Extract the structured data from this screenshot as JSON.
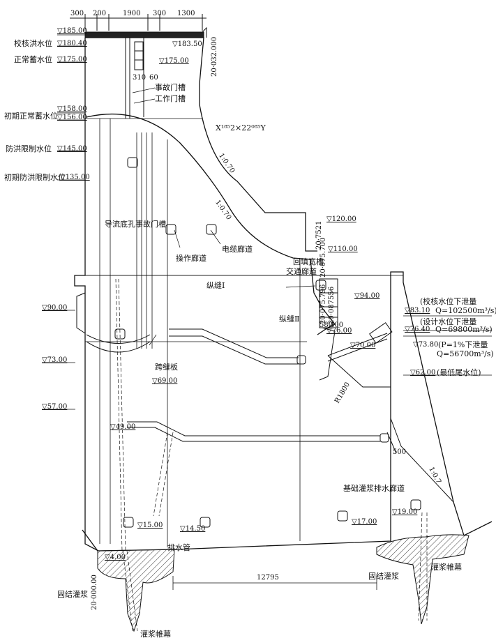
{
  "dims_top": [
    "300",
    "200",
    "1900",
    "300",
    "1300"
  ],
  "elevations_left": [
    {
      "v": "185.00",
      "name": ""
    },
    {
      "v": "180.40",
      "name": "校核洪水位"
    },
    {
      "v": "175.00",
      "name": "正常蓄水位"
    },
    {
      "v": "158.00",
      "name": ""
    },
    {
      "v": "156.00",
      "name": "初期正常蓄水位"
    },
    {
      "v": "145.00",
      "name": "防洪限制水位"
    },
    {
      "v": "135.00",
      "name": "初期防洪限制水位"
    },
    {
      "v": "90.00",
      "name": ""
    },
    {
      "v": "73.00",
      "name": ""
    },
    {
      "v": "57.00",
      "name": ""
    }
  ],
  "inner_elevations": {
    "e183_50": "183.50",
    "e175_00": "175.00",
    "e120_00": "120.00",
    "e110_00": "110.00",
    "e94_00": "94.00",
    "e76_00": "76.00",
    "e70_00": "70.00",
    "e69_00": "69.00",
    "e49_00": "49.00",
    "e19_00": "19.00",
    "e17_00": "17.00",
    "e15_00": "15.00",
    "e14_50": "14.50",
    "e4_00": "4.00"
  },
  "right_levels": [
    {
      "v": "83.10",
      "text1": "(校核水位下泄量",
      "text2": "Q=102500m³/s)"
    },
    {
      "v": "76.40",
      "text1": "(设计水位下泄量",
      "text2": "Q=69800m³/s)"
    },
    {
      "v": "73.80",
      "text1": "(P=1%下泄量",
      "text2": "Q=56700m³/s)"
    },
    {
      "v": "62.00",
      "text1": "(最低尾水位)",
      "text2": ""
    }
  ],
  "labels": {
    "emergency_gate_slot": "事故门槽",
    "work_gate_slot": "工作门槽",
    "bottom_outlet_gate": "导流底孔事故门槽",
    "operation_gallery": "操作廊道",
    "cable_gallery": "电缆廊道",
    "traffic_gallery": "交通廊道",
    "backfill_slot": "回填宽槽",
    "joint_1": "纵缝Ⅰ",
    "joint_2": "纵缝Ⅱ",
    "cross_joint_plate": "跨缝板",
    "foundation_gallery": "基础灌浆排水廊道",
    "drain_pipe": "排水管",
    "consolidation_grouting_left": "固结灌浆",
    "consolidation_grouting_right": "固结灌浆",
    "grout_curtain_left": "灌浆帷幕",
    "grout_curtain_right": "灌浆帷幕",
    "crest_formula": "X¹⁸⁵2×22⁰⁸⁵Y"
  },
  "dims_misc": {
    "d310": "310",
    "d60": "60",
    "slope1": "1:0.70",
    "slope2": "1:0.70",
    "slope3": "1:0.7",
    "d20_032": "20·032.000",
    "d20_7521": "20·7521",
    "d20_075700": "20·075.700",
    "d20_075796": "20·075.796",
    "d20_087556": "20·087556",
    "d_580": "580",
    "d_400": "400",
    "r1800": "R1800",
    "d500": "500",
    "d12795": "12795",
    "d20_000": "20·000.00"
  }
}
